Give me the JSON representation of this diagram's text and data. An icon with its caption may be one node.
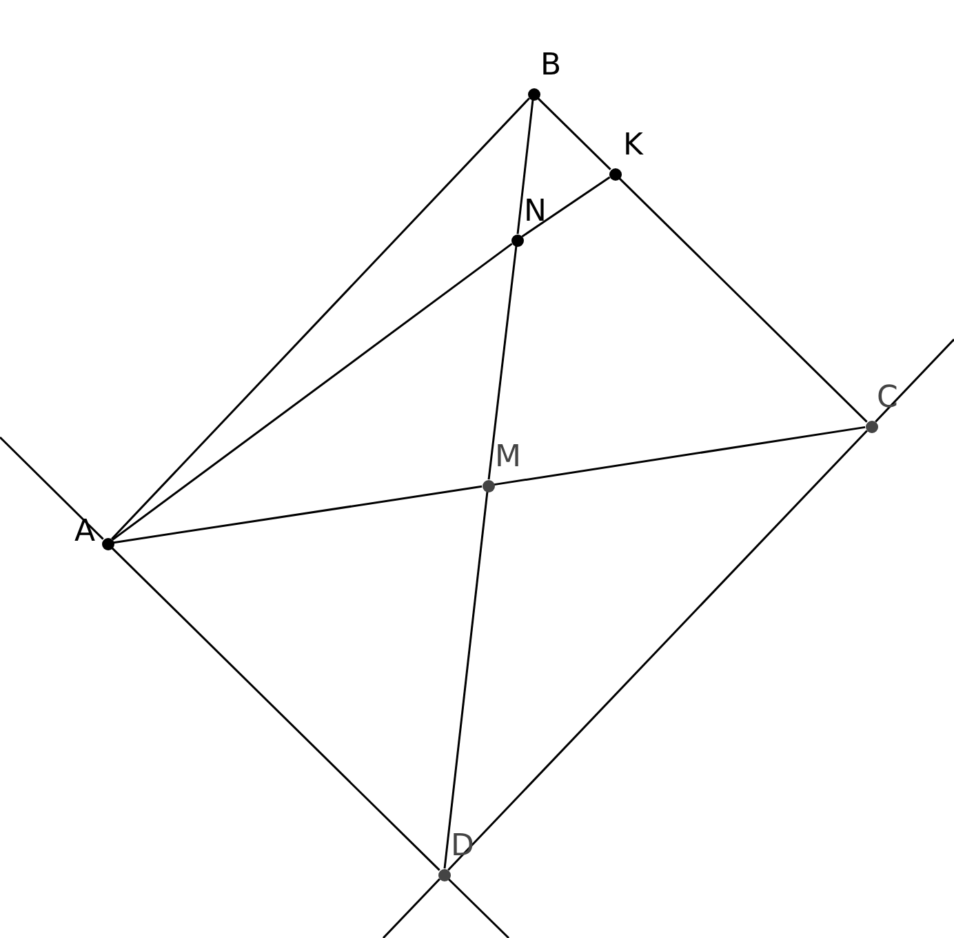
{
  "diagram": {
    "nodes": [
      {
        "text": [
          "B"
        ]
      },
      {
        "text": [
          "K"
        ]
      },
      {
        "text": [
          "N"
        ]
      },
      {
        "text": [
          "C"
        ]
      },
      {
        "text": [
          "M"
        ]
      },
      {
        "text": [
          "A"
        ]
      },
      {
        "text": [
          "D"
        ]
      }
    ],
    "edges": [
      {
        "from": 5,
        "to": 0,
        "arrow": "none"
      },
      {
        "from": 0,
        "to": 1,
        "arrow": "none"
      },
      {
        "from": 1,
        "to": 3,
        "arrow": "none"
      },
      {
        "from": 5,
        "to": 2,
        "arrow": "none"
      },
      {
        "from": 2,
        "to": 1,
        "arrow": "none"
      },
      {
        "from": 0,
        "to": 2,
        "arrow": "none"
      },
      {
        "from": 2,
        "to": 4,
        "arrow": "none"
      },
      {
        "from": 4,
        "to": 6,
        "arrow": "none"
      },
      {
        "from": 5,
        "to": 4,
        "arrow": "none"
      },
      {
        "from": 4,
        "to": 3,
        "arrow": "none"
      },
      {
        "from": 3,
        "to": 6,
        "arrow": "none"
      },
      {
        "from": 5,
        "to": 6,
        "arrow": "none"
      },
      {
        "from": 3,
        "to": null,
        "arrow": "none"
      },
      {
        "from": 6,
        "to": null,
        "arrow": "none"
      },
      {
        "from": 6,
        "to": null,
        "arrow": "none"
      },
      {
        "from": 5,
        "to": null,
        "arrow": "none"
      }
    ]
  }
}
